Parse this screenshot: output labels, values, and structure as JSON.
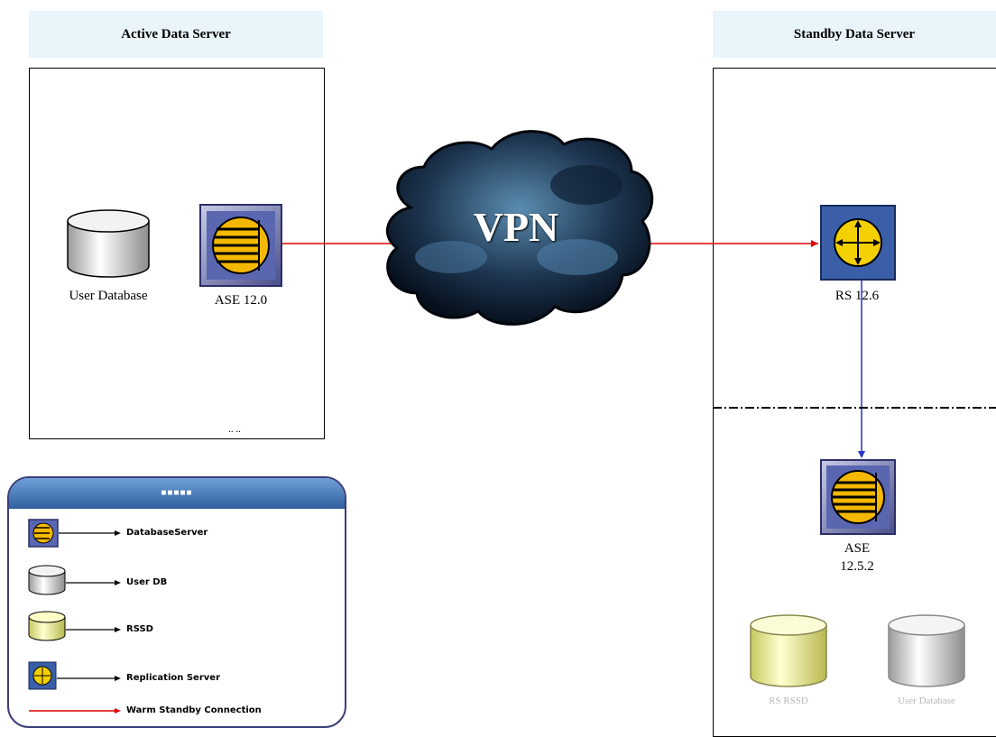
{
  "active": {
    "header": "Active Data Server",
    "db_label": "User Database",
    "ase_label": "ASE 12.0",
    "dots": ".. .."
  },
  "vpn": {
    "label": "VPN"
  },
  "standby": {
    "header": "Standby Data Server",
    "rs_label": "RS 12.6",
    "ase_label_line1": "ASE",
    "ase_label_line2": "12.5.2",
    "rssd_label": "RS RSSD",
    "db_label": "User Database"
  },
  "legend": {
    "title": "■■■■■",
    "items": [
      {
        "icon": "database-server-icon",
        "label": "DatabaseServer"
      },
      {
        "icon": "user-db-icon",
        "label": "User DB"
      },
      {
        "icon": "rssd-icon",
        "label": "RSSD"
      },
      {
        "icon": "replication-server-icon",
        "label": "Replication Server"
      },
      {
        "icon": "red-line",
        "label": "Warm Standby Connection"
      }
    ]
  },
  "colors": {
    "warm_standby_line": "#e00000",
    "replication_line": "#2233cc",
    "server_yellow": "#f5b800",
    "server_frame": "#3a5fa8"
  }
}
